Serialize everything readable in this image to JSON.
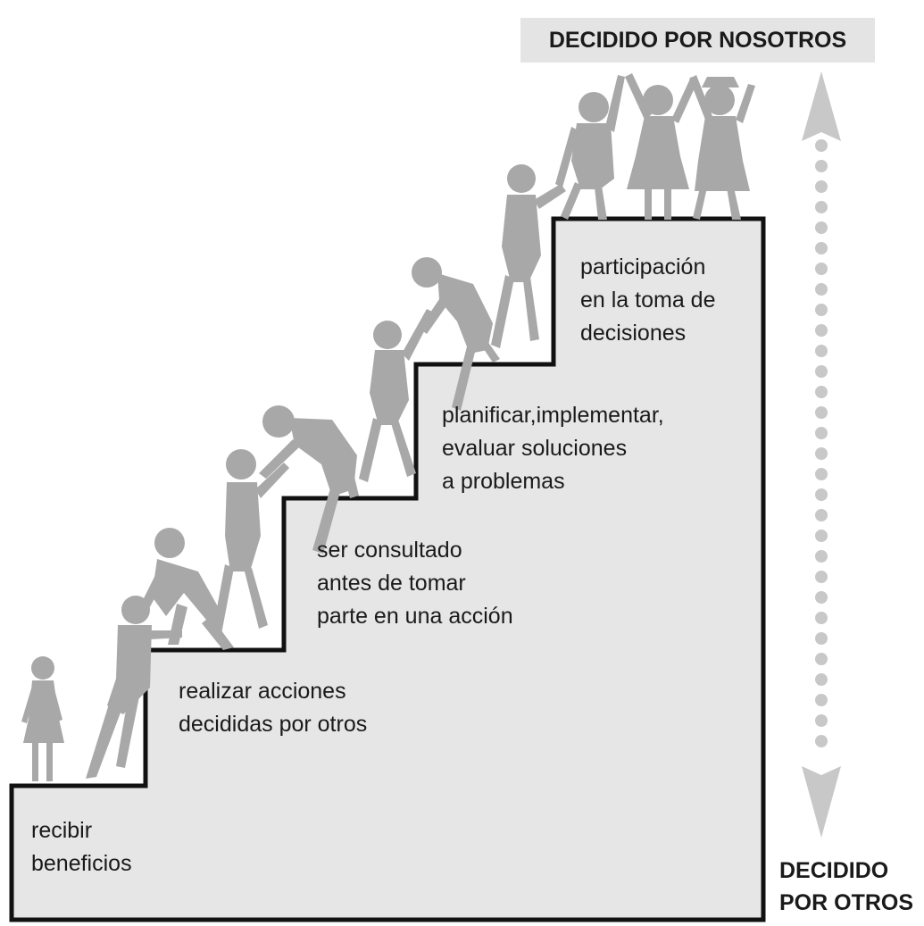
{
  "top_label": "DECIDIDO POR NOSOTROS",
  "bottom_label": [
    "DECIDIDO",
    "POR OTROS"
  ],
  "steps": [
    {
      "lines": [
        "recibir",
        "beneficios"
      ]
    },
    {
      "lines": [
        "realizar acciones",
        "decididas por otros"
      ]
    },
    {
      "lines": [
        "ser consultado",
        "antes de tomar",
        "parte en una acción"
      ]
    },
    {
      "lines": [
        "planificar,implementar,",
        "evaluar soluciones",
        "a problemas"
      ]
    },
    {
      "lines": [
        "participación",
        "en la toma de",
        "decisiones"
      ]
    }
  ],
  "icons": {
    "people": "person-silhouette-icon",
    "arrow_up": "arrow-up-icon",
    "arrow_down": "arrow-down-icon",
    "dots": "dotted-line"
  },
  "colors": {
    "staircase_fill": "#e6e6e6",
    "outline": "#111111",
    "silhouette": "#a8a8a8",
    "arrow": "#c8c8c8",
    "banner": "#e4e4e4"
  }
}
